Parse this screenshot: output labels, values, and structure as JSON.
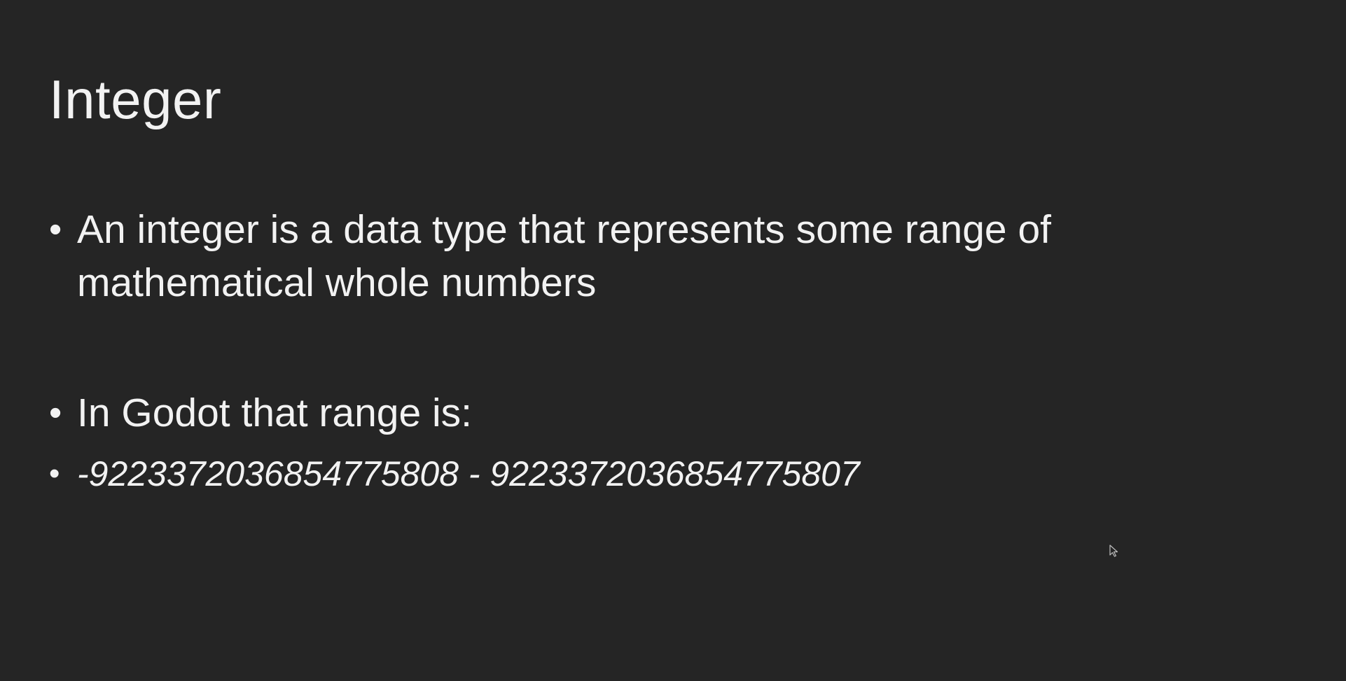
{
  "slide": {
    "title": "Integer",
    "bullets": [
      {
        "marker": "•",
        "text": "An integer is a data type that represents some range of mathematical whole numbers"
      },
      {
        "marker": "•",
        "text": "In Godot that range is:"
      },
      {
        "marker": "•",
        "text": "-9223372036854775808 - 9223372036854775807"
      }
    ]
  },
  "colors": {
    "background": "#252525",
    "text": "#f2f2f2"
  },
  "icons": {
    "cursor": "mouse-pointer-icon"
  }
}
